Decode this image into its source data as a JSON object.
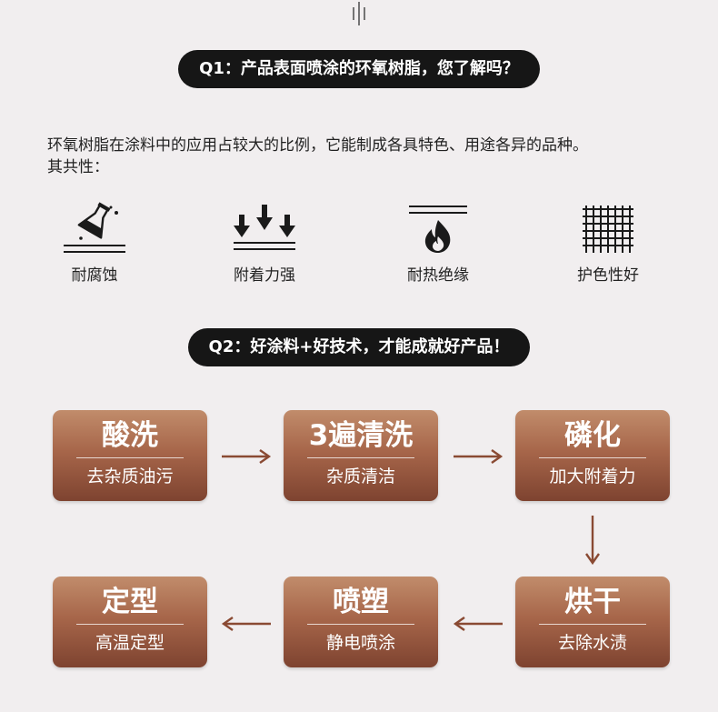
{
  "header": {
    "q1": "Q1：产品表面喷涂的环氧树脂，您了解吗？",
    "q2": "Q2：好涂料+好技术，才能成就好产品！"
  },
  "intro": {
    "line1": "环氧树脂在涂料中的应用占较大的比例，它能制成各具特色、用途各异的品种。",
    "line2": "其共性："
  },
  "features": [
    {
      "label": "耐腐蚀",
      "icon": "flask-icon"
    },
    {
      "label": "附着力强",
      "icon": "down-arrows-icon"
    },
    {
      "label": "耐热绝缘",
      "icon": "flame-icon"
    },
    {
      "label": "护色性好",
      "icon": "grid-icon"
    }
  ],
  "process": [
    {
      "title": "酸洗",
      "subtitle": "去杂质油污"
    },
    {
      "title": "3遍清洗",
      "subtitle": "杂质清洁"
    },
    {
      "title": "磷化",
      "subtitle": "加大附着力"
    },
    {
      "title": "烘干",
      "subtitle": "去除水渍"
    },
    {
      "title": "喷塑",
      "subtitle": "静电喷涂"
    },
    {
      "title": "定型",
      "subtitle": "高温定型"
    }
  ],
  "colors": {
    "accent": "#a7664a",
    "arrow": "#8a4a33",
    "pill": "#161616",
    "background": "#f1eeef"
  }
}
